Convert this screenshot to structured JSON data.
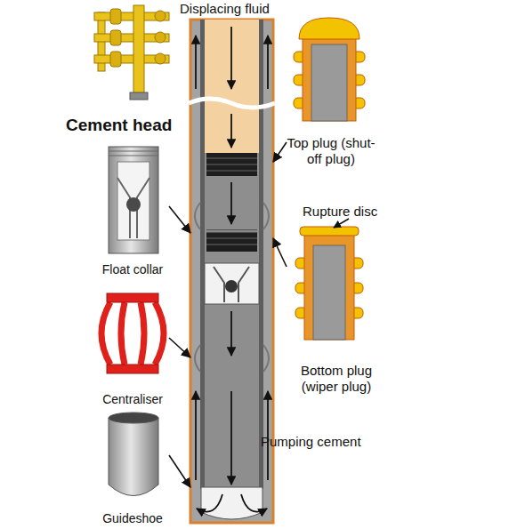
{
  "diagram": {
    "nodes": [
      {
        "text": [
          "Cement head"
        ]
      },
      {
        "text": [
          "Displacing fluid",
          "Pumping cement"
        ]
      },
      {
        "text": [
          "Top plug (shut-off plug)"
        ]
      },
      {
        "text": [
          "Float collar"
        ]
      },
      {
        "text": [
          "Bottom plug (wiper plug)"
        ]
      },
      {
        "text": [
          "Centraliser"
        ]
      },
      {
        "text": [
          "Guideshoe"
        ]
      }
    ],
    "edges": [
      {
        "from": 2,
        "to": 1,
        "arrow": "to"
      },
      {
        "from": 3,
        "to": 1,
        "arrow": "to"
      },
      {
        "from": 4,
        "to": 1,
        "arrow": "to"
      },
      {
        "from": 5,
        "to": 1,
        "arrow": "to"
      },
      {
        "from": 6,
        "to": 1,
        "arrow": "to"
      }
    ],
    "labels": [
      "Rupture disc"
    ]
  }
}
